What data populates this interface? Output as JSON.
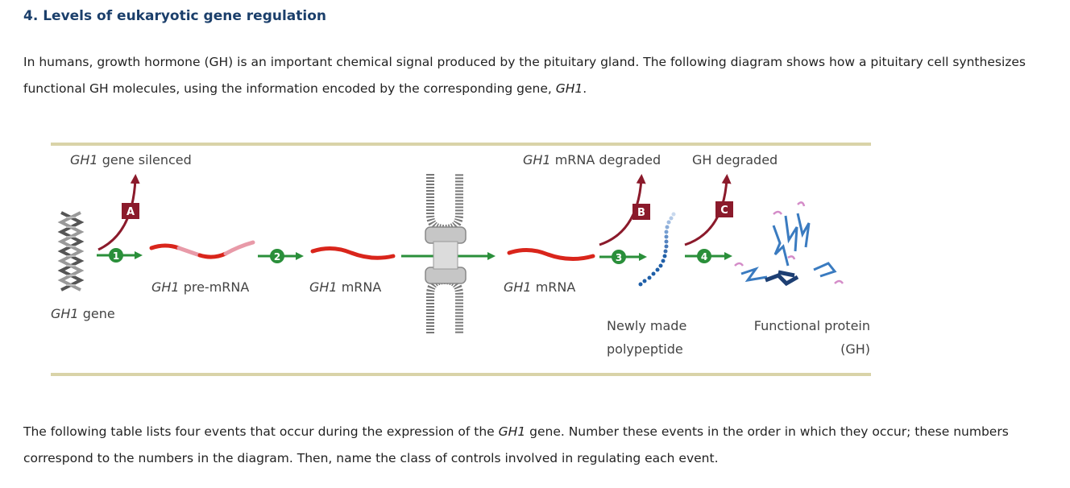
{
  "heading": "4. Levels of eukaryotic gene regulation",
  "intro": {
    "before": "In humans, growth hormone (GH) is an important chemical signal produced by the pituitary gland. The following diagram shows how a pituitary cell synthesizes functional GH molecules, using the information encoded by the corresponding gene, ",
    "gene": "GH1",
    "after": "."
  },
  "diagram": {
    "labels": {
      "gene_silenced_italic": "GH1",
      "gene_silenced_rest": " gene silenced",
      "mrna_degraded_italic": "GH1",
      "mrna_degraded_rest": " mRNA degraded",
      "gh_degraded": "GH degraded",
      "gene_italic": "GH1",
      "gene_rest": " gene",
      "pre_mrna_italic": "GH1",
      "pre_mrna_rest": " pre-mRNA",
      "mrna1_italic": "GH1",
      "mrna1_rest": " mRNA",
      "mrna2_italic": "GH1",
      "mrna2_rest": " mRNA",
      "polypeptide_line1": "Newly made",
      "polypeptide_line2": "polypeptide",
      "protein_line1": "Functional protein",
      "protein_line2": "(GH)"
    },
    "steps": [
      "1",
      "2",
      "3",
      "4"
    ],
    "controls": [
      "A",
      "B",
      "C"
    ],
    "colors": {
      "arrow_green": "#2a8f3a",
      "control_red": "#8b1a2b",
      "mrna_red": "#d9251b",
      "rule": "#d9d3a8"
    }
  },
  "followup": {
    "part1": "The following table lists four events that occur during the expression of the ",
    "gene": "GH1",
    "part2": " gene. Number these events in the order in which they occur; these numbers correspond to the numbers in the diagram. Then, name the class of controls involved in regulating each event."
  }
}
